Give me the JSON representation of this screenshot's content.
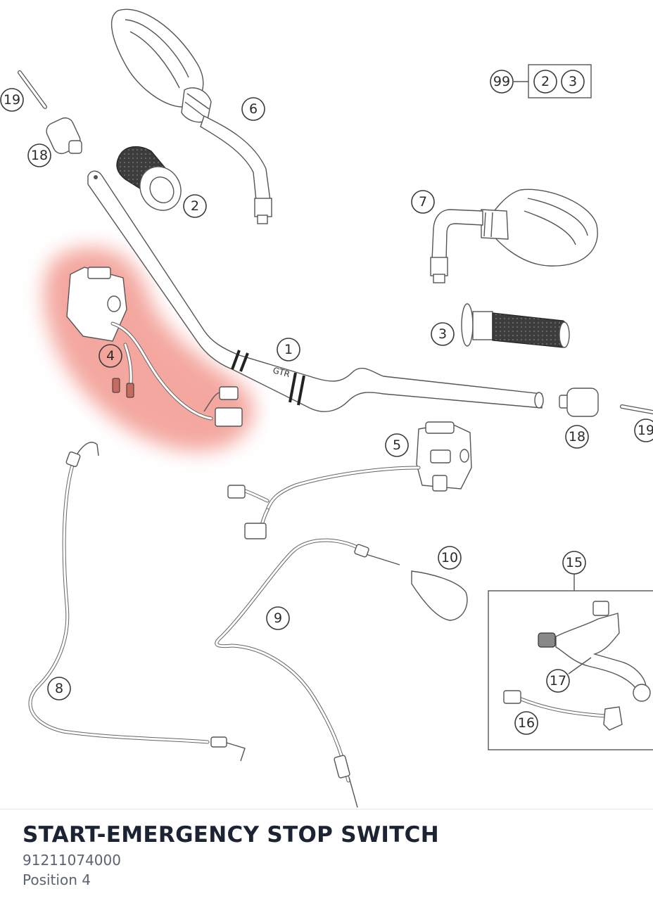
{
  "diagram": {
    "callouts": [
      {
        "id": "c19a",
        "label": "19"
      },
      {
        "id": "c18a",
        "label": "18"
      },
      {
        "id": "c6",
        "label": "6"
      },
      {
        "id": "c2",
        "label": "2"
      },
      {
        "id": "c99",
        "label": "99"
      },
      {
        "id": "c99-2",
        "label": "2"
      },
      {
        "id": "c99-3",
        "label": "3"
      },
      {
        "id": "c7",
        "label": "7"
      },
      {
        "id": "c3",
        "label": "3"
      },
      {
        "id": "c4",
        "label": "4"
      },
      {
        "id": "c1",
        "label": "1"
      },
      {
        "id": "c18b",
        "label": "18"
      },
      {
        "id": "c19b",
        "label": "19"
      },
      {
        "id": "c5",
        "label": "5"
      },
      {
        "id": "c10",
        "label": "10"
      },
      {
        "id": "c15",
        "label": "15"
      },
      {
        "id": "c9",
        "label": "9"
      },
      {
        "id": "c8",
        "label": "8"
      },
      {
        "id": "c17",
        "label": "17"
      },
      {
        "id": "c16",
        "label": "16"
      }
    ],
    "highlight_color": "#f08a80"
  },
  "part": {
    "title": "START-EMERGENCY STOP SWITCH",
    "number": "91211074000",
    "position": "Position 4"
  }
}
